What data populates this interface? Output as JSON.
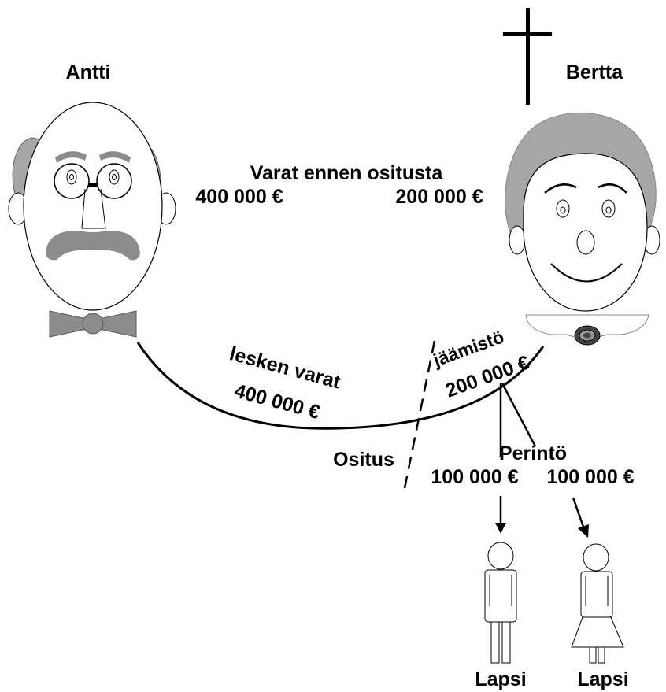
{
  "persons": {
    "left_name": "Antti",
    "right_name": "Bertta"
  },
  "assets_before": {
    "title": "Varat ennen ositusta",
    "left_amount": "400 000 €",
    "right_amount": "200 000 €"
  },
  "arc": {
    "widow_label": "lesken varat",
    "widow_amount": "400 000 €",
    "estate_label": "jäämistö",
    "estate_amount": "200 000 €",
    "division_label": "Ositus"
  },
  "inheritance": {
    "label": "Perintö",
    "share_left": "100 000 €",
    "share_right": "100 000 €",
    "child_left": "Lapsi",
    "child_right": "Lapsi"
  },
  "colors": {
    "hair": "#a6a6a6",
    "outline": "#000000",
    "bowtie": "#8c8c8c"
  }
}
